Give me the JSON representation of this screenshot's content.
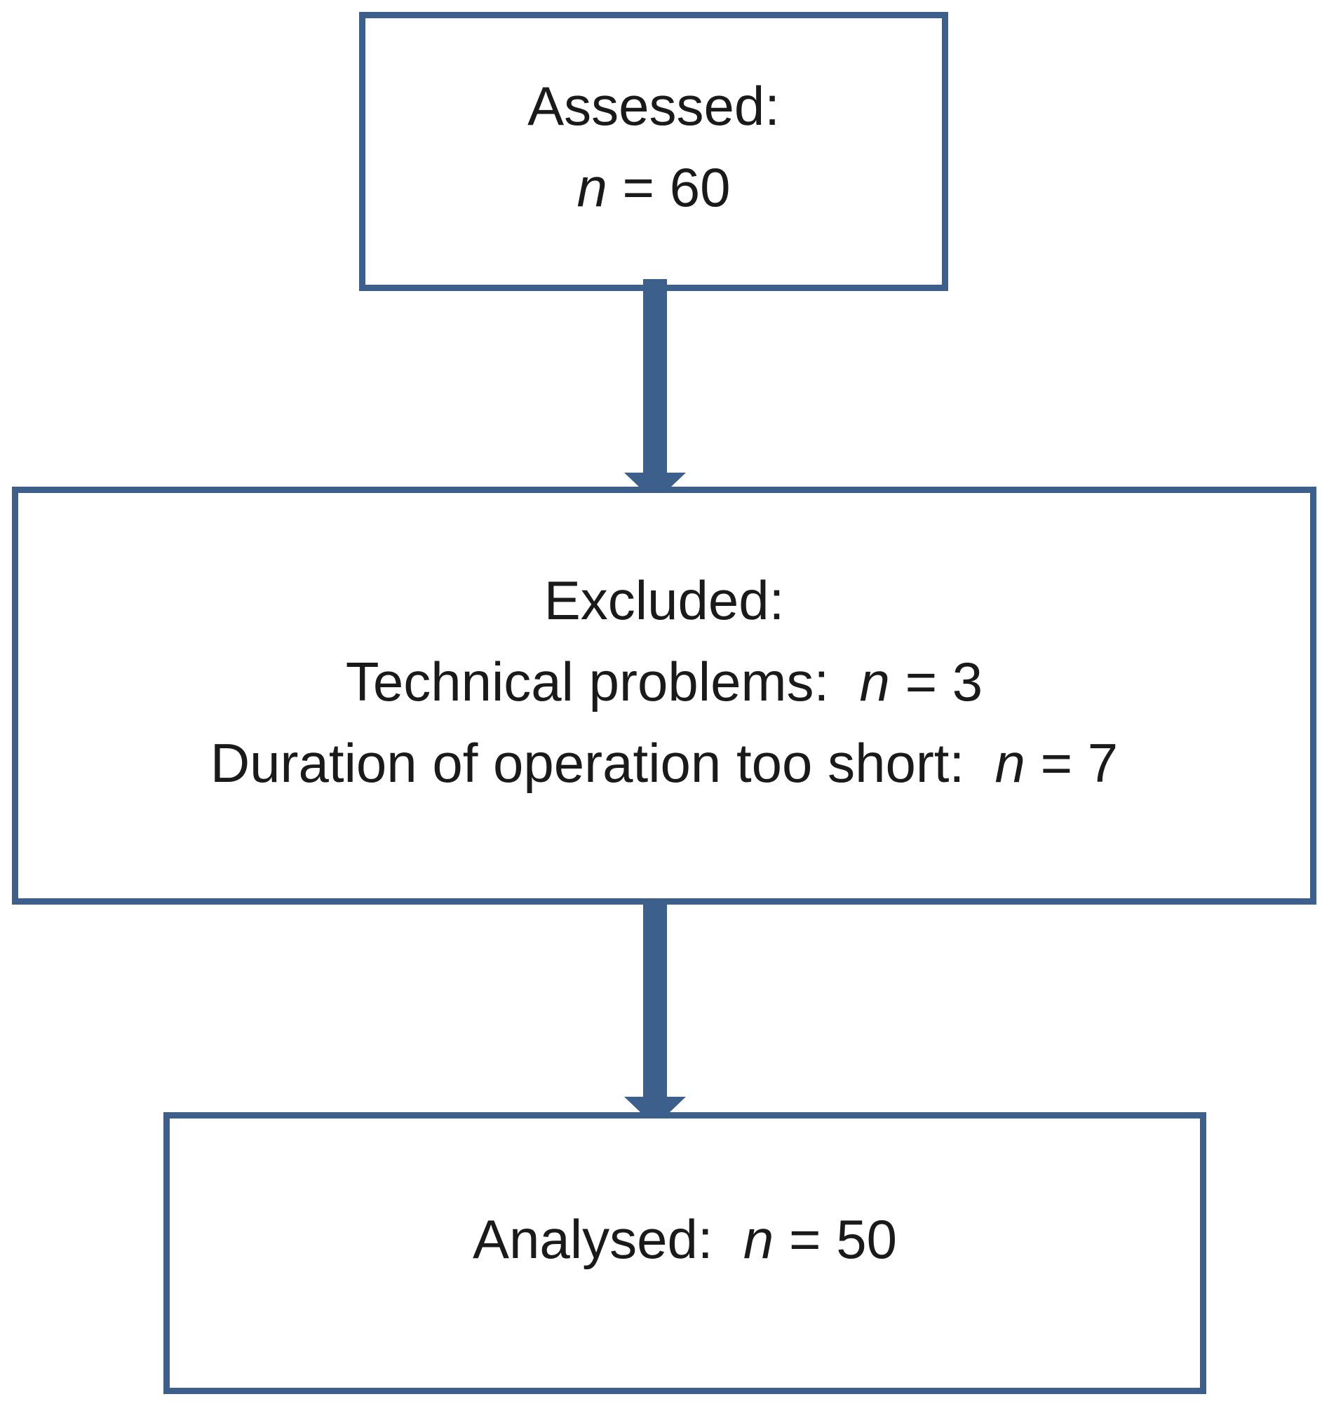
{
  "flow": {
    "accent_color": "#3c5f8c",
    "assessed": {
      "label": "Assessed:",
      "n_symbol": "n",
      "n_value": "= 60"
    },
    "excluded": {
      "label": "Excluded:",
      "reasons": [
        {
          "label": "Technical problems:",
          "n_symbol": "n",
          "n_value": "= 3"
        },
        {
          "label": "Duration of operation too short:",
          "n_symbol": "n",
          "n_value": "= 7"
        }
      ]
    },
    "analysed": {
      "label": "Analysed:",
      "n_symbol": "n",
      "n_value": "= 50"
    }
  }
}
